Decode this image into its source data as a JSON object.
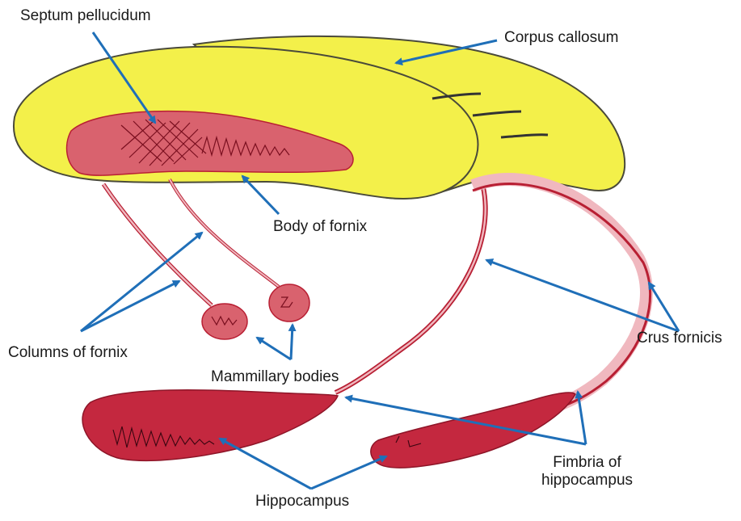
{
  "labels": {
    "septum_pellucidum": "Septum pellucidum",
    "corpus_callosum": "Corpus callosum",
    "body_of_fornix": "Body of fornix",
    "columns_of_fornix": "Columns of fornix",
    "mammillary_bodies": "Mammillary bodies",
    "crus_fornicis": "Crus fornicis",
    "fimbria_of_hippocampus": "Fimbria of\nhippocampus",
    "hippocampus": "Hippocampus"
  },
  "colors": {
    "callosum_fill": "#f3f04a",
    "callosum_stroke": "#4a4a3a",
    "fornix_fill": "#d9626e",
    "fornix_dark": "#b81f33",
    "fornix_light": "#f0b8bf",
    "arrow": "#1f6fb8"
  }
}
